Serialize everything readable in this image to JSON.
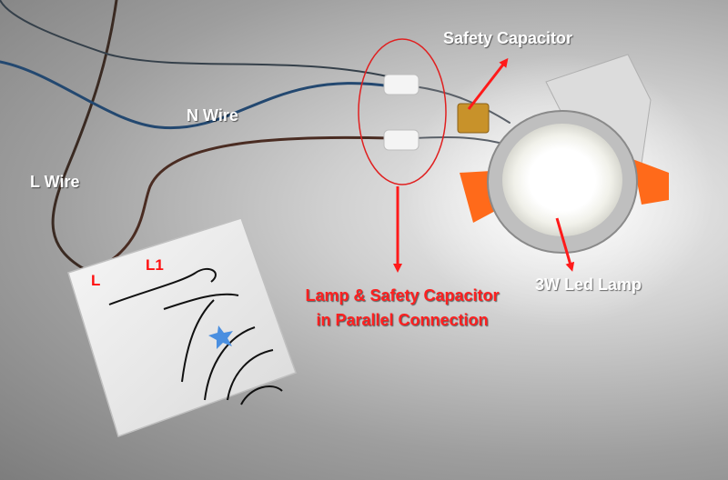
{
  "labels": {
    "safety_capacitor": "Safety Capacitor",
    "n_wire": "N Wire",
    "l_wire": "L Wire",
    "led_lamp": "3W Led Lamp",
    "parallel_line1": "Lamp & Safety Capacitor",
    "parallel_line2": "in Parallel Connection",
    "switch_l": "L",
    "switch_l1": "L1"
  },
  "colors": {
    "annotation_red": "#ff2020",
    "label_white": "#ffffff",
    "background_gray": "#a0a0a0",
    "lamp_clip_orange": "#ff6a1a",
    "capacitor_tan": "#c8922a",
    "flower_blue": "#4a8fe0"
  }
}
